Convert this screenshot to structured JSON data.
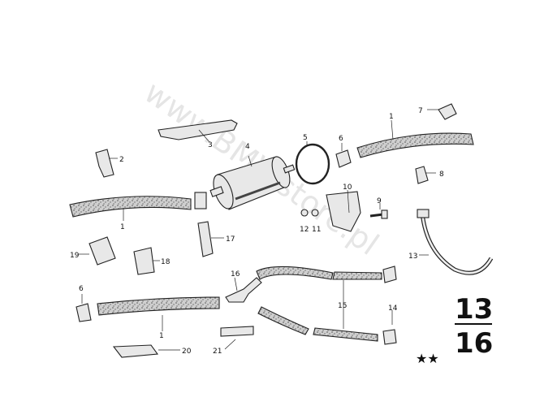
{
  "watermark": "www.BMWstore.pl",
  "group_number_top": "13",
  "group_number_bottom": "16",
  "stars": "★★",
  "callouts": {
    "c1a": "1",
    "c1b": "1",
    "c1c": "1",
    "c2": "2",
    "c3": "3",
    "c4": "4",
    "c5": "5",
    "c6a": "6",
    "c6b": "6",
    "c7": "7",
    "c8": "8",
    "c9": "9",
    "c10": "10",
    "c11": "11",
    "c12": "12",
    "c13": "13",
    "c14": "14",
    "c15": "15",
    "c16": "16",
    "c17": "17",
    "c18": "18",
    "c19": "19",
    "c20": "20",
    "c21": "21"
  }
}
